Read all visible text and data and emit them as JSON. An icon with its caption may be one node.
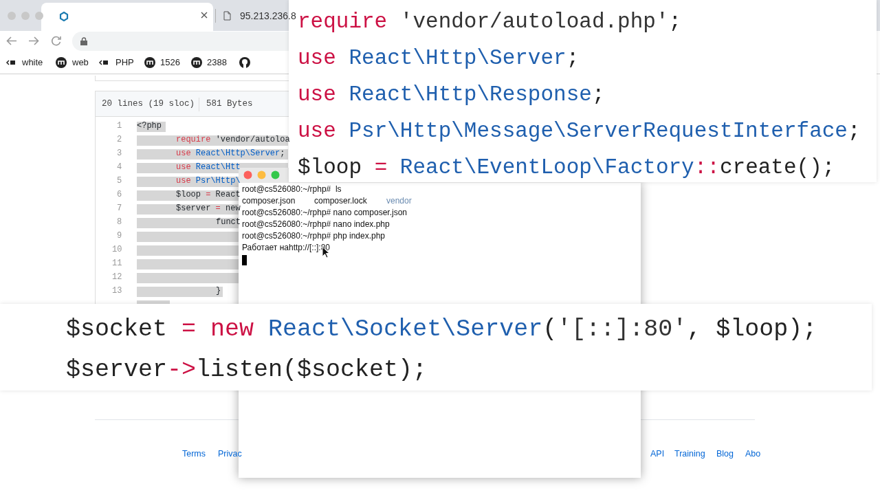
{
  "diagram": {
    "labels": [
      "95.213.236.8",
      "white",
      "web",
      "PHP",
      "1526",
      "2388",
      "20 lines (19 sloc)",
      "581 Bytes",
      "1",
      "2",
      "3",
      "4",
      "5",
      "6",
      "7",
      "8",
      "9",
      "10",
      "11",
      "12",
      "13",
      "<?php",
      "require 'vendor/autoloa",
      "use React\\Http\\Server;",
      "use React\\Htt",
      "use Psr\\Http\\",
      "$loop = React",
      "$server = new",
      "funct",
      "}",
      "root@cs526080:~/rphp#  ls",
      "composer.json",
      "composer.lock",
      "vendor",
      "root@cs526080:~/rphp# nano composer.json",
      "root@cs526080:~/rphp# nano index.php",
      "root@cs526080:~/rphp# php index.php",
      "Работает наhttp://[::]:80",
      "require 'vendor/autoload.php';",
      "use React\\Http\\Server;",
      "use React\\Http\\Response;",
      "use Psr\\Http\\Message\\ServerRequestInterface;",
      "$loop = React\\EventLoop\\Factory::create();",
      "$socket = new React\\Socket\\Server('[::]:80', $loop);",
      "$server->listen($socket);",
      "Terms",
      "Privac",
      "API",
      "Training",
      "Blog",
      "Abo"
    ]
  }
}
